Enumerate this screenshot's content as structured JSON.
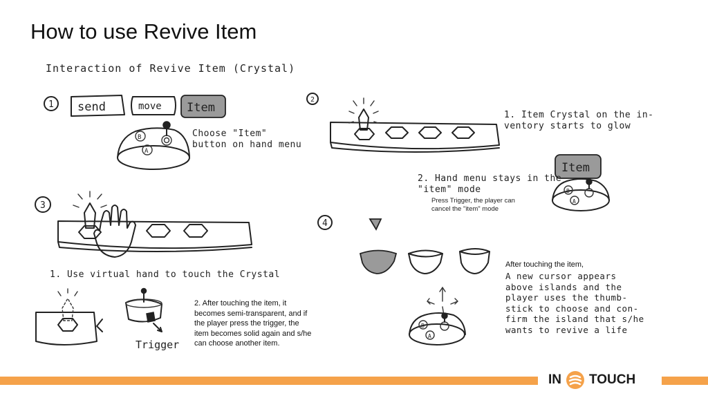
{
  "slide": {
    "title": "How to use Revive Item",
    "subtitle": "Interaction of Revive Item (Crystal)"
  },
  "step1": {
    "number": "1",
    "buttons": [
      "send",
      "move",
      "Item"
    ],
    "note": "Choose \"Item\"\nbutton on hand menu",
    "controller_labels": [
      "B",
      "A"
    ]
  },
  "step2": {
    "number": "2",
    "note1": "1. Item Crystal on the in-\n   ventory starts to glow",
    "note2": "2. Hand menu stays in the\n   \"item\" mode",
    "note2_small": "Press Trigger, the player can\ncancel the \"item\" mode",
    "button": "Item",
    "controller_labels": [
      "B",
      "A"
    ]
  },
  "step3": {
    "number": "3",
    "note1": "1. Use virtual hand to touch the Crystal",
    "note2": "2.  After touching the item, it\nbecomes semi-transparent, and if\nthe player press the trigger, the\nitem becomes solid again and s/he\ncan choose another item.",
    "trigger_label": "Trigger"
  },
  "step4": {
    "number": "4",
    "note_head": "After touching the item,",
    "note": "A new cursor appears\nabove islands and the\nplayer uses the thumb-\nstick to choose and con-\nfirm the island that s/he\nwants to revive a life",
    "controller_labels": [
      "B",
      "A"
    ]
  },
  "footer": {
    "logo_left": "IN",
    "logo_right": "TOUCH",
    "accent_color": "#f5a24a"
  }
}
